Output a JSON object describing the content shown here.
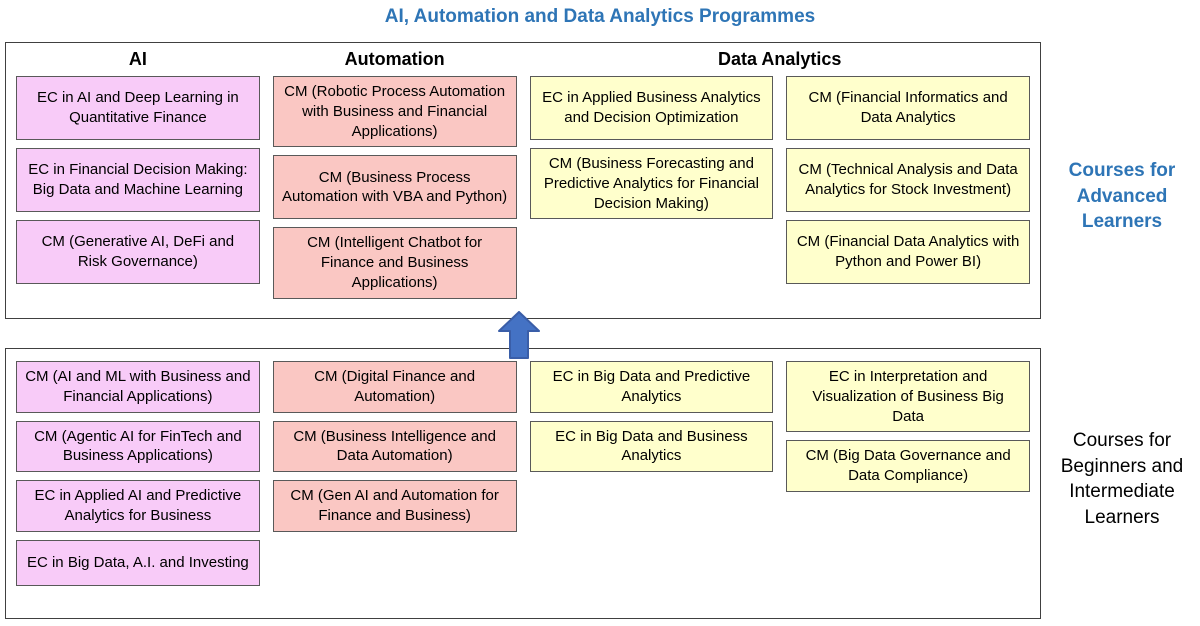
{
  "title": "AI, Automation and Data Analytics Programmes",
  "colors": {
    "title": "#2E75B6",
    "ai_box": "#F8CBF8",
    "automation_box": "#FAC7C3",
    "data_box": "#FFFFCC",
    "box_border": "#595959",
    "section_border": "#404040",
    "arrow_fill": "#4472C4",
    "arrow_stroke": "#3A5EA8"
  },
  "headers": [
    "AI",
    "Automation",
    "Data Analytics"
  ],
  "icons": {
    "arrow": "up-block-arrow"
  },
  "sections": {
    "advanced": {
      "side_label": "Courses for Advanced Learners",
      "columns": [
        {
          "type": "ai",
          "items": [
            "EC in AI and Deep Learning in Quantitative Finance",
            "EC in Financial Decision Making: Big Data and Machine Learning",
            "CM (Generative AI, DeFi and Risk Governance)"
          ]
        },
        {
          "type": "automation",
          "items": [
            "CM (Robotic Process Automation with Business and Financial Applications)",
            "CM (Business Process Automation with VBA and Python)",
            "CM (Intelligent Chatbot for Finance and Business Applications)"
          ]
        },
        {
          "type": "data",
          "items": [
            "EC in Applied Business Analytics and Decision Optimization",
            "CM (Business Forecasting and Predictive Analytics for Financial Decision Making)"
          ]
        },
        {
          "type": "data",
          "items": [
            "CM (Financial Informatics and Data Analytics",
            "CM (Technical Analysis and Data Analytics for Stock Investment)",
            "CM (Financial Data Analytics with Python and Power BI)"
          ]
        }
      ]
    },
    "beginner": {
      "side_label": "Courses for Beginners and Intermediate Learners",
      "columns": [
        {
          "type": "ai",
          "items": [
            "CM (AI and ML with Business and Financial Applications)",
            "CM (Agentic AI for FinTech and Business Applications)",
            "EC in Applied AI and Predictive Analytics for Business",
            "EC in Big Data, A.I. and Investing"
          ]
        },
        {
          "type": "automation",
          "items": [
            "CM (Digital Finance and Automation)",
            "CM (Business Intelligence and Data Automation)",
            "CM (Gen AI and Automation for Finance and Business)"
          ]
        },
        {
          "type": "data",
          "items": [
            "EC in Big Data and Predictive Analytics",
            "EC in Big Data and Business Analytics"
          ]
        },
        {
          "type": "data",
          "items": [
            "EC in Interpretation and Visualization of Business Big Data",
            "CM (Big Data Governance and Data Compliance)"
          ]
        }
      ]
    }
  }
}
